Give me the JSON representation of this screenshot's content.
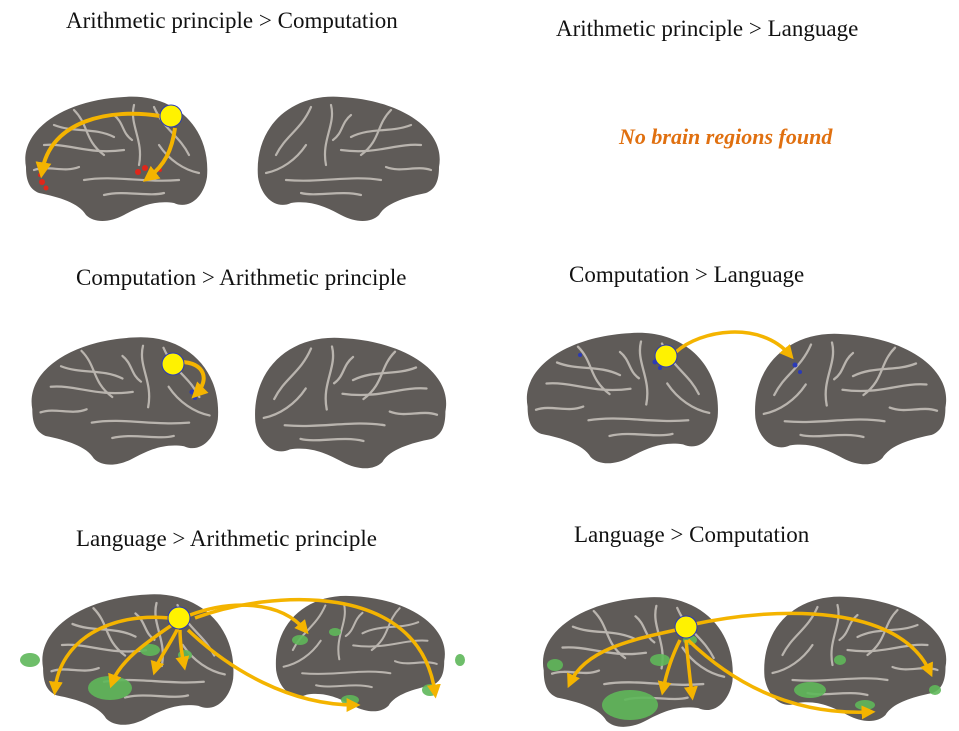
{
  "colors": {
    "cortex": "#5f5b58",
    "sulcus": "#c9c4bd",
    "seed": "#fff200",
    "arrow": "#f4b400",
    "positive": "#e0261a",
    "negative": "#2a3ab8",
    "language": "#5fb85a",
    "note": "#e07010"
  },
  "panels": [
    {
      "title": "Arithmetic principle > Computation",
      "activation": "positive"
    },
    {
      "title": "Arithmetic principle > Language",
      "activation": "none",
      "note": "No brain regions found"
    },
    {
      "title": "Computation > Arithmetic principle",
      "activation": "negative"
    },
    {
      "title": "Computation > Language",
      "activation": "negative"
    },
    {
      "title": "Language > Arithmetic principle",
      "activation": "language"
    },
    {
      "title": "Language > Computation",
      "activation": "language"
    }
  ]
}
